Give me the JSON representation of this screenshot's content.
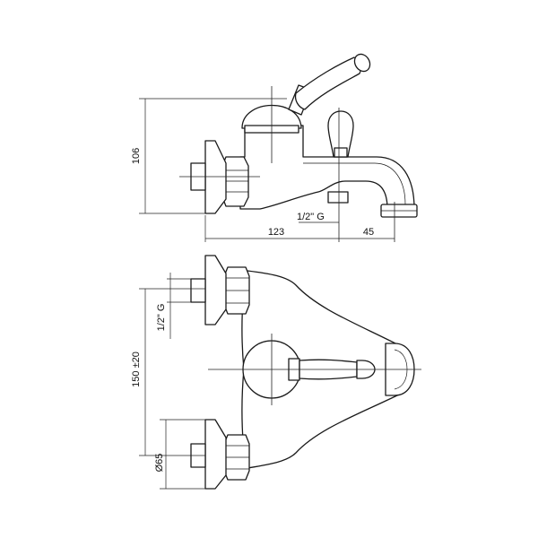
{
  "dimensions": {
    "side_height": "106",
    "thread_side": "1/2\" G",
    "length_body": "123",
    "length_spout": "45",
    "thread_front": "1/2\" G",
    "center_distance": "150 ±20",
    "rosette_diameter": "Ø65"
  },
  "colors": {
    "line": "#1a1a1a",
    "background": "#ffffff"
  }
}
